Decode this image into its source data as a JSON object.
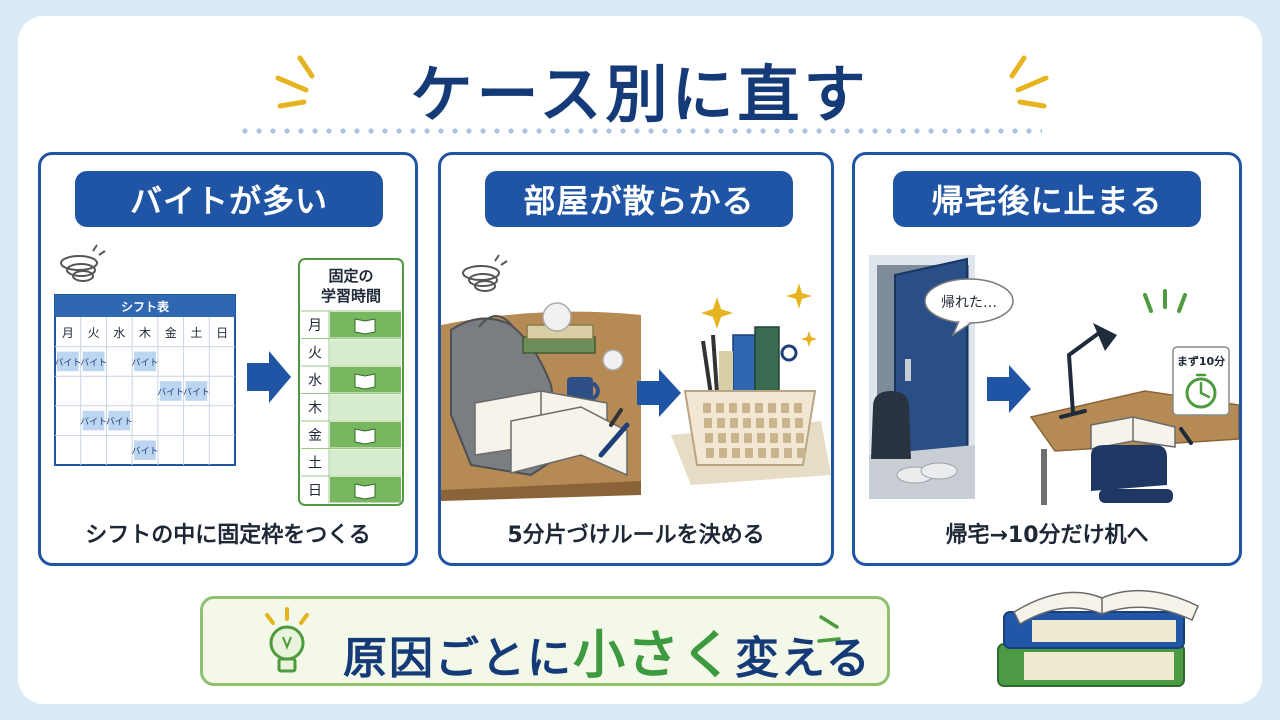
{
  "title": "ケース別に直す",
  "cards": [
    {
      "heading": "バイトが多い",
      "caption": "シフトの中に固定枠をつくる",
      "schedule": {
        "title": "シフト表",
        "days": [
          "月",
          "火",
          "水",
          "木",
          "金",
          "土",
          "日"
        ],
        "shift_label": "バイト"
      },
      "study": {
        "title_line1": "固定の",
        "title_line2": "学習時間",
        "days": [
          "月",
          "火",
          "水",
          "木",
          "金",
          "土",
          "日"
        ]
      }
    },
    {
      "heading": "部屋が散らかる",
      "caption": "5分片づけルールを決める"
    },
    {
      "heading": "帰宅後に止まる",
      "caption": "帰宅→10分だけ机へ",
      "speech": "帰れた…",
      "timer_label": "まず10分"
    }
  ],
  "banner": {
    "part1": "原因ごとに",
    "highlight": "小さく",
    "part2": "変える"
  },
  "colors": {
    "navy": "#153a78",
    "blue": "#1f55a4",
    "green": "#3e9a3e",
    "accent_yellow": "#e5b420"
  }
}
